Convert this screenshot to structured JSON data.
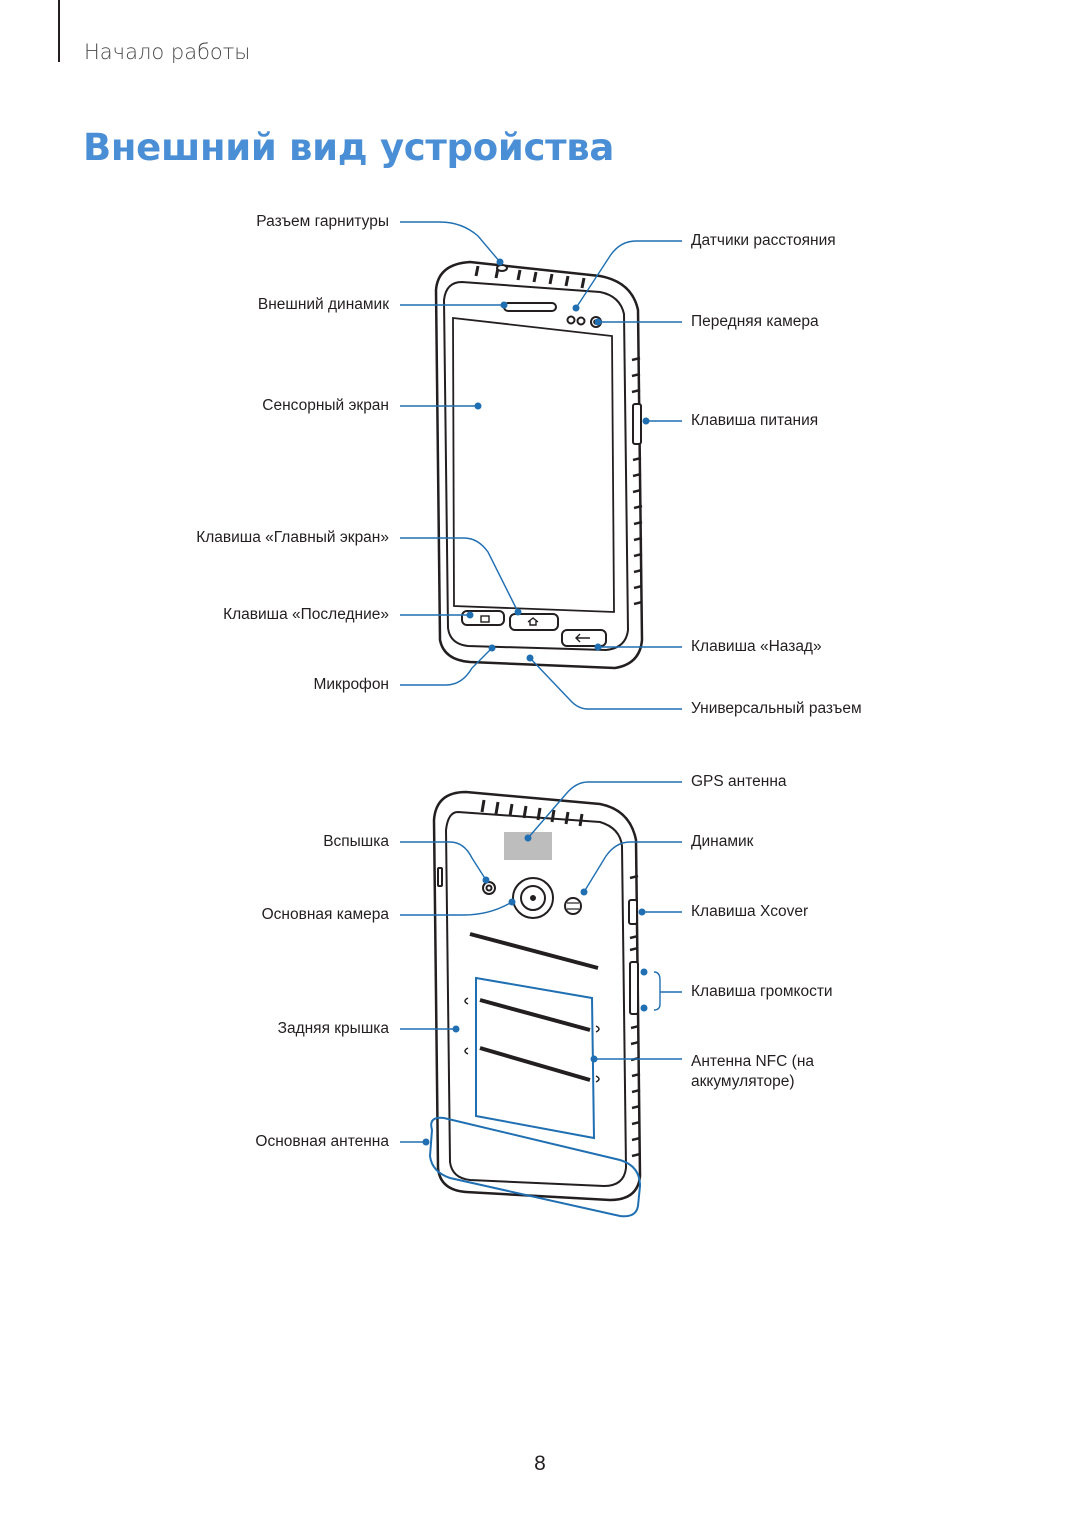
{
  "header": {
    "section": "Начало работы"
  },
  "title": "Внешний вид устройства",
  "front": {
    "left": [
      "Разъем гарнитуры",
      "Внешний динамик",
      "Сенсорный экран",
      "Клавиша «Главный экран»",
      "Клавиша «Последние»",
      "Микрофон"
    ],
    "right": [
      "Датчики расстояния",
      "Передняя камера",
      "Клавиша питания",
      "Клавиша «Назад»",
      "Универсальный разъем"
    ]
  },
  "back": {
    "left": [
      "Вспышка",
      "Основная камера",
      "Задняя крышка",
      "Основная антенна"
    ],
    "right": [
      "GPS антенна",
      "Динамик",
      "Клавиша Xcover",
      "Клавиша громкости",
      "Антенна NFC (на аккумуляторе)"
    ]
  },
  "page_number": "8",
  "colors": {
    "accent": "#4a8fd6",
    "callout": "#1f6fb2"
  }
}
